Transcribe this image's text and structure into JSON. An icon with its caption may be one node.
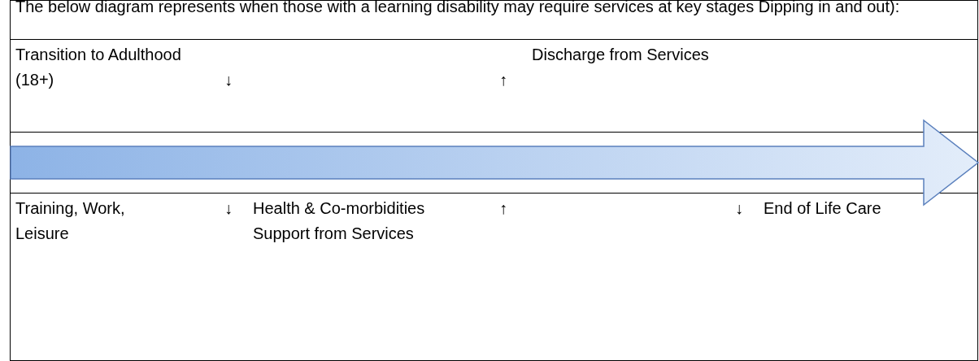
{
  "diagram": {
    "title": "The below diagram represents when those with a learning disability may require services at key stages Dipping in and out):",
    "labels": [
      "Transition to Adulthood (18+)",
      "↓",
      "↑",
      "Discharge from Services",
      "Training, Work, Leisure",
      "↓",
      "Health & Co-morbidities Support from Services",
      "↑",
      "↓",
      "End of Life Care"
    ]
  }
}
